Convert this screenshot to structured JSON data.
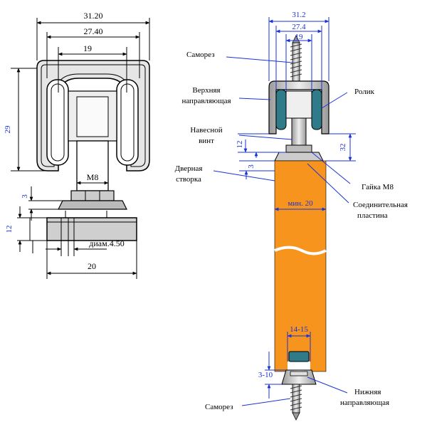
{
  "left_view": {
    "dims": {
      "overall_width": "31.20",
      "inner_width": "27.40",
      "roller_span": "19",
      "height": "29",
      "bolt": "M8",
      "nut_height": "3",
      "plate_height": "12",
      "hole_diameter": "диам.4.50",
      "plate_width": "20"
    }
  },
  "right_view": {
    "dims": {
      "overall_width": "31.2",
      "inner_width": "27.4",
      "roller_span": "19",
      "bolt_gap": "12",
      "nut_gap": "3",
      "clearance": "32",
      "min_thickness": "мин. 20",
      "lower_width": "14-15",
      "lower_gap": "3-10"
    },
    "labels": {
      "screw_top": "Саморез",
      "upper_guide_1": "Верхняя",
      "upper_guide_2": "направляющая",
      "roller": "Ролик",
      "hanging_screw_1": "Навесной",
      "hanging_screw_2": "винт",
      "door_leaf_1": "Дверная",
      "door_leaf_2": "створка",
      "nut": "Гайка М8",
      "plate_1": "Соединительная",
      "plate_2": "пластина",
      "lower_guide_1": "Нижняя",
      "lower_guide_2": "направляющая",
      "screw_bottom": "Саморез"
    }
  },
  "colors": {
    "door": "#f7941d",
    "roller": "#2f7b8a",
    "dimension": "#1a33d6",
    "metal": "#d6d6d6"
  }
}
